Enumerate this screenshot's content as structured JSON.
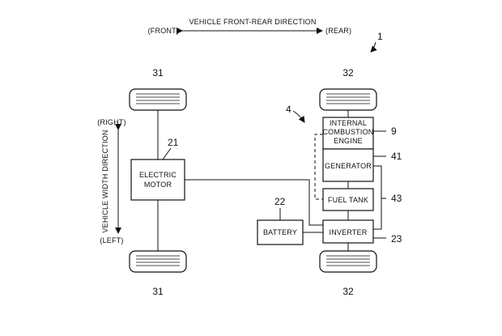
{
  "header": {
    "direction_title": "VEHICLE FRONT-REAR DIRECTION",
    "front": "(FRONT)",
    "rear": "(REAR)",
    "figure_ref": "1"
  },
  "side": {
    "right": "(RIGHT)",
    "left": "(LEFT)",
    "width_direction": "VEHICLE WIDTH DIRECTION"
  },
  "wheels": {
    "front_top_ref": "31",
    "front_bottom_ref": "31",
    "rear_top_ref": "32",
    "rear_bottom_ref": "32"
  },
  "components": {
    "motor_label_line1": "ELECTRIC",
    "motor_label_line2": "MOTOR",
    "motor_ref": "21",
    "battery_label": "BATTERY",
    "battery_ref": "22",
    "engine_line1": "INTERNAL",
    "engine_line2": "COMBUSTION",
    "engine_line3": "ENGINE",
    "engine_ref": "9",
    "generator_label": "GENERATOR",
    "generator_ref": "41",
    "fuel_tank_label": "FUEL TANK",
    "fuel_tank_ref": "43",
    "inverter_label": "INVERTER",
    "inverter_ref": "23",
    "unit_ref": "4"
  }
}
